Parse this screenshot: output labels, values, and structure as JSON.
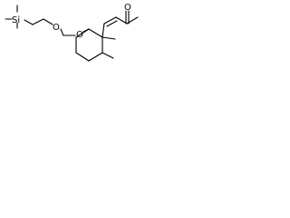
{
  "diagram": {
    "type": "chemical-structure",
    "atoms": {
      "silicon": "Si",
      "ether_oxygen_1": "O",
      "ether_oxygen_2": "O",
      "ketone_oxygen": "O"
    },
    "colors": {
      "bond": "#000000",
      "label": "#000000",
      "background": "#ffffff"
    }
  }
}
